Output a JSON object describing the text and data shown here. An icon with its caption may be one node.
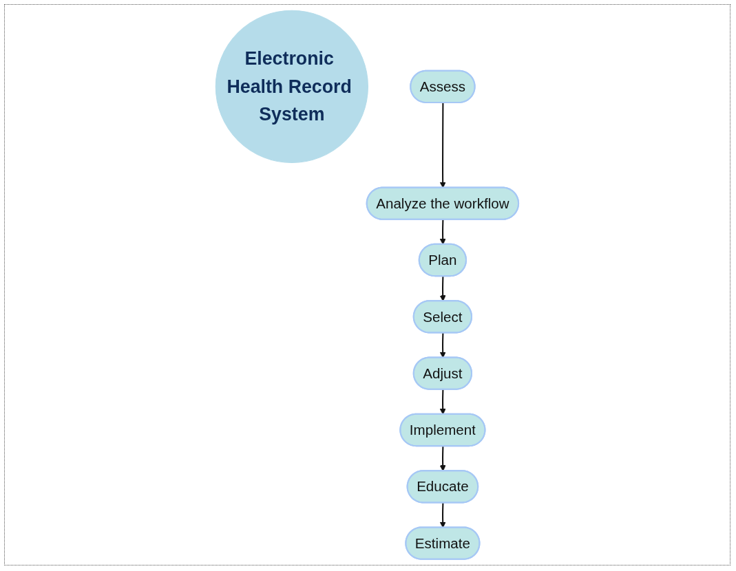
{
  "diagram": {
    "nodes": [
      {
        "text": [
          "Electronic Health Record System"
        ]
      },
      {
        "text": [
          "Assess"
        ]
      },
      {
        "text": [
          "Analyze the workflow"
        ]
      },
      {
        "text": [
          "Plan"
        ]
      },
      {
        "text": [
          "Select"
        ]
      },
      {
        "text": [
          "Adjust"
        ]
      },
      {
        "text": [
          "Implement"
        ]
      },
      {
        "text": [
          "Educate"
        ]
      },
      {
        "text": [
          "Estimate"
        ]
      }
    ],
    "edges": [
      {
        "from": 1,
        "to": 2,
        "arrow": "to"
      },
      {
        "from": 2,
        "to": 3,
        "arrow": "to"
      },
      {
        "from": 3,
        "to": 4,
        "arrow": "to"
      },
      {
        "from": 4,
        "to": 5,
        "arrow": "to"
      },
      {
        "from": 5,
        "to": 6,
        "arrow": "to"
      },
      {
        "from": 6,
        "to": 7,
        "arrow": "to"
      },
      {
        "from": 7,
        "to": 8,
        "arrow": "to"
      }
    ]
  }
}
